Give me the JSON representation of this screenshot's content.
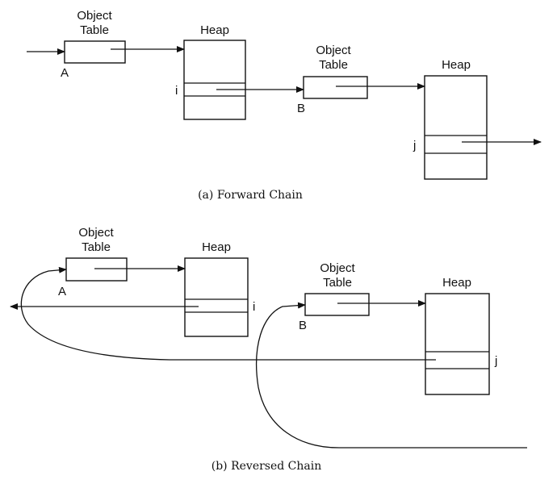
{
  "panels": [
    {
      "id": "forward",
      "caption": "(a) Forward Chain",
      "table_a": {
        "label_line1": "Object",
        "label_line2": "Table",
        "name": "A"
      },
      "heap_1": {
        "label": "Heap",
        "slot": "i"
      },
      "table_b": {
        "label_line1": "Object",
        "label_line2": "Table",
        "name": "B"
      },
      "heap_2": {
        "label": "Heap",
        "slot": "j"
      }
    },
    {
      "id": "reversed",
      "caption": "(b) Reversed Chain",
      "table_a": {
        "label_line1": "Object",
        "label_line2": "Table",
        "name": "A"
      },
      "heap_1": {
        "label": "Heap",
        "slot": "i"
      },
      "table_b": {
        "label_line1": "Object",
        "label_line2": "Table",
        "name": "B"
      },
      "heap_2": {
        "label": "Heap",
        "slot": "j"
      }
    }
  ]
}
